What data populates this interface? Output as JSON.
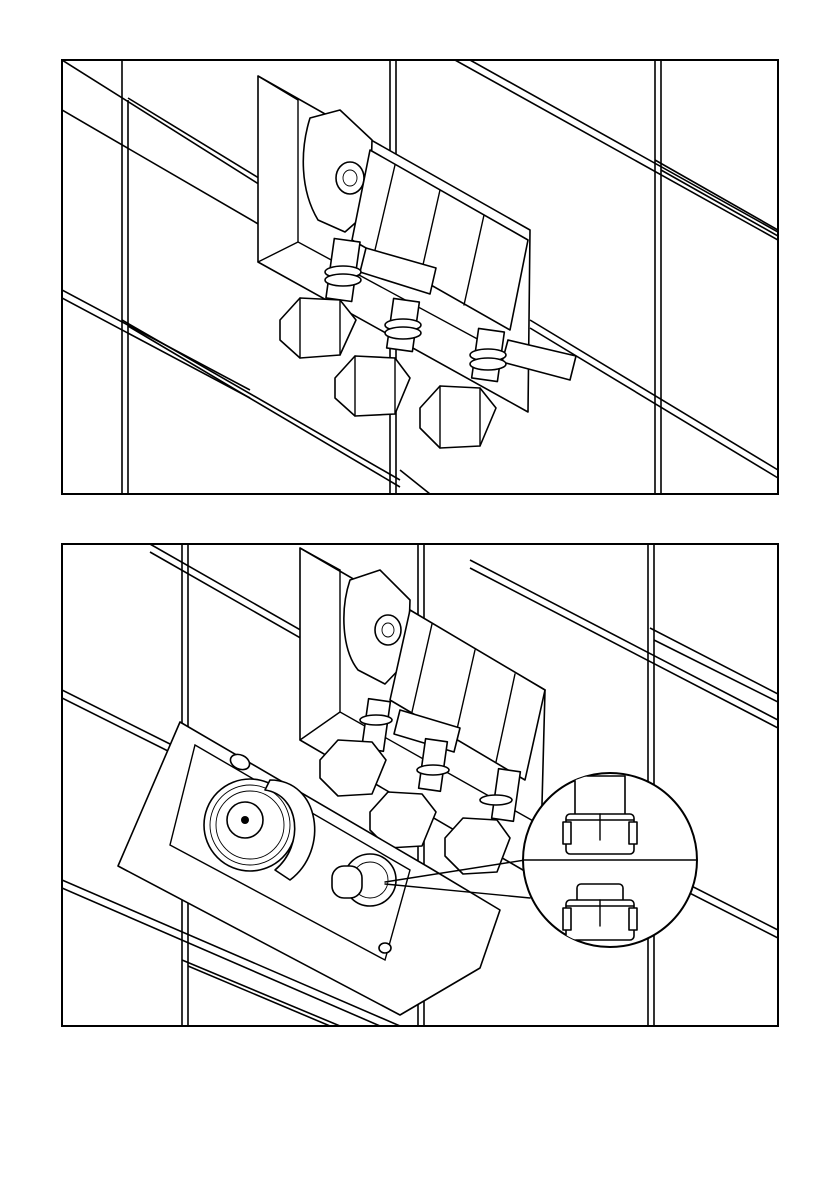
{
  "figure": {
    "panels": [
      {
        "id": "panel-top",
        "depicts": "wall-box-with-three-hose-connections"
      },
      {
        "id": "panel-bottom",
        "depicts": "thermostatic-cartridge-housing-installed"
      }
    ],
    "detail": {
      "zoom": "connector-cap",
      "states": 2
    },
    "line_color": "#000000",
    "background": "#ffffff"
  }
}
